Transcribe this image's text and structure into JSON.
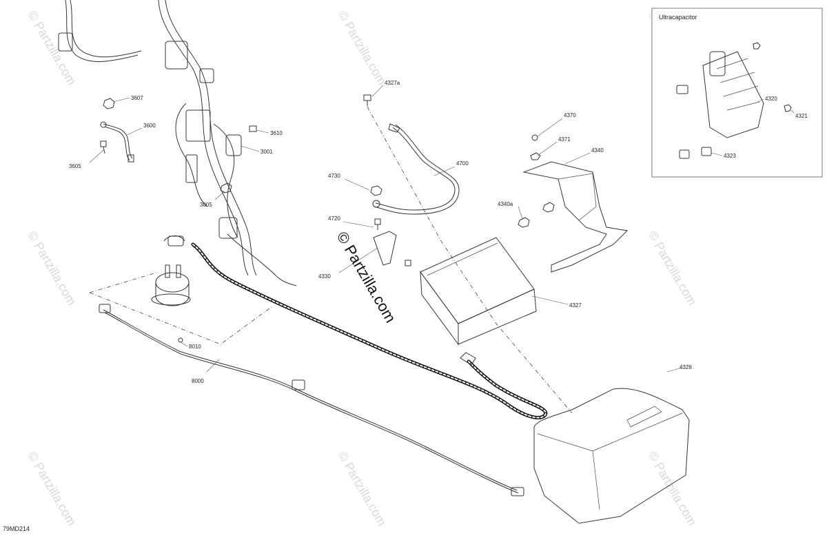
{
  "diagram": {
    "drawing_code": "79MD214",
    "watermark_main": "© Partzilla.com",
    "watermark_tile": "© Partzilla.com",
    "inset": {
      "title": "Ultracapacitor"
    },
    "labels": {
      "p3607": "3607",
      "p3600": "3600",
      "p3605": "3605",
      "p3610": "3610",
      "p3001": "3001",
      "p3005": "3005",
      "p4327a": "4327a",
      "p4370": "4370",
      "p4371": "4371",
      "p4340": "4340",
      "p4700": "4700",
      "p4730": "4730",
      "p4340a": "4340a",
      "p4720": "4720",
      "p4330": "4330",
      "p4327": "4327",
      "p4328": "4328",
      "p8010": "8010",
      "p8000": "8000",
      "p4320": "4320",
      "p4321": "4321",
      "p4323": "4323"
    }
  }
}
